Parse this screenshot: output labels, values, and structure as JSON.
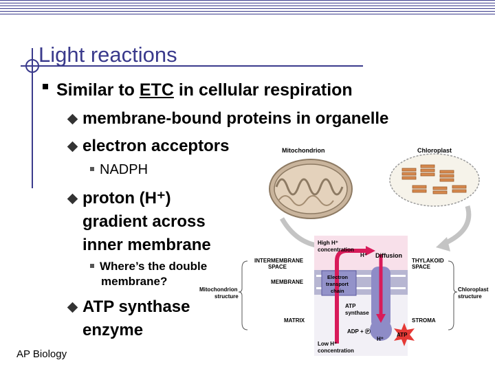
{
  "slide": {
    "title": "Light reactions",
    "bullet_main": {
      "prefix": "Similar to ",
      "link": "ETC",
      "suffix": " in cellular respiration"
    },
    "sub_bullets": [
      "membrane-bound proteins in organelle",
      "electron acceptors"
    ],
    "nadph": "NADPH",
    "proton_lines": [
      "proton (H⁺)",
      "gradient across",
      "inner membrane"
    ],
    "double_membrane_lines": [
      "Where’s the double",
      "membrane?"
    ],
    "atp_lines": [
      "ATP synthase",
      "enzyme"
    ],
    "footer": "AP Biology"
  },
  "figure": {
    "mitochondrion_label": "Mitochondrion",
    "chloroplast_label": "Chloroplast",
    "mito_structure": [
      "Mitochondrion",
      "structure"
    ],
    "chloro_structure": [
      "Chloroplast",
      "structure"
    ],
    "high_h": [
      "High H⁺",
      "concentration"
    ],
    "low_h": [
      "Low H⁺",
      "concentration"
    ],
    "intermembrane": [
      "INTERMEMBRANE",
      "SPACE"
    ],
    "thylakoid": [
      "THYLAKOID",
      "SPACE"
    ],
    "membrane": "MEMBRANE",
    "matrix": "MATRIX",
    "stroma": "STROMA",
    "diffusion": "Diffusion",
    "etc": [
      "Electron",
      "transport",
      "chain"
    ],
    "atp_synthase": [
      "ATP",
      "synthase"
    ],
    "adp": "ADP + Ⓟ",
    "atp": "ATP",
    "h_plus": "H⁺",
    "colors": {
      "accent": "#3a3a8c",
      "proton": "#d81b5a",
      "atp_star": "#e53935",
      "membrane": "#b7b6d2",
      "protein": "#8e8cc7",
      "pink_band": "#f4c6d6"
    }
  }
}
